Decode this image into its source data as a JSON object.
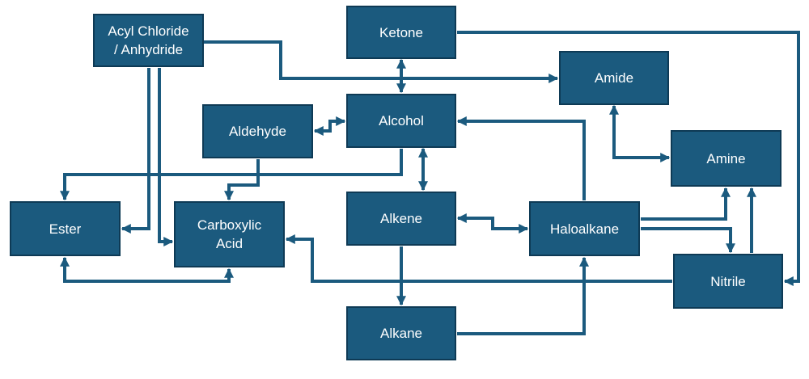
{
  "diagram": {
    "nodes": {
      "acyl_chloride": "Acyl Chloride\n/ Anhydride",
      "ketone": "Ketone",
      "amide": "Amide",
      "aldehyde": "Aldehyde",
      "alcohol": "Alcohol",
      "amine": "Amine",
      "ester": "Ester",
      "carboxylic_acid": "Carboxylic\nAcid",
      "alkene": "Alkene",
      "haloalkane": "Haloalkane",
      "nitrile": "Nitrile",
      "alkane": "Alkane"
    },
    "edges": [
      {
        "from": "acyl_chloride",
        "to": "amide"
      },
      {
        "from": "acyl_chloride",
        "to": "ester"
      },
      {
        "from": "acyl_chloride",
        "to": "carboxylic_acid"
      },
      {
        "from": "ketone",
        "to": "alcohol",
        "bidirectional": true
      },
      {
        "from": "ketone",
        "to": "nitrile"
      },
      {
        "from": "aldehyde",
        "to": "alcohol",
        "bidirectional": true
      },
      {
        "from": "aldehyde",
        "to": "carboxylic_acid"
      },
      {
        "from": "alcohol",
        "to": "ester"
      },
      {
        "from": "alcohol",
        "to": "alkene",
        "bidirectional": true
      },
      {
        "from": "haloalkane",
        "to": "alcohol"
      },
      {
        "from": "amide",
        "to": "amine",
        "bidirectional": true
      },
      {
        "from": "alkene",
        "to": "haloalkane",
        "bidirectional": true
      },
      {
        "from": "alkene",
        "to": "alkane"
      },
      {
        "from": "alkane",
        "to": "haloalkane"
      },
      {
        "from": "haloalkane",
        "to": "amine"
      },
      {
        "from": "haloalkane",
        "to": "nitrile"
      },
      {
        "from": "nitrile",
        "to": "amine"
      },
      {
        "from": "nitrile",
        "to": "carboxylic_acid"
      },
      {
        "from": "ester",
        "to": "carboxylic_acid",
        "bidirectional": true
      }
    ],
    "colors": {
      "box_fill": "#1b5a7e",
      "box_border": "#0e3a55",
      "arrow": "#1b5a7e",
      "text": "#ffffff"
    }
  }
}
